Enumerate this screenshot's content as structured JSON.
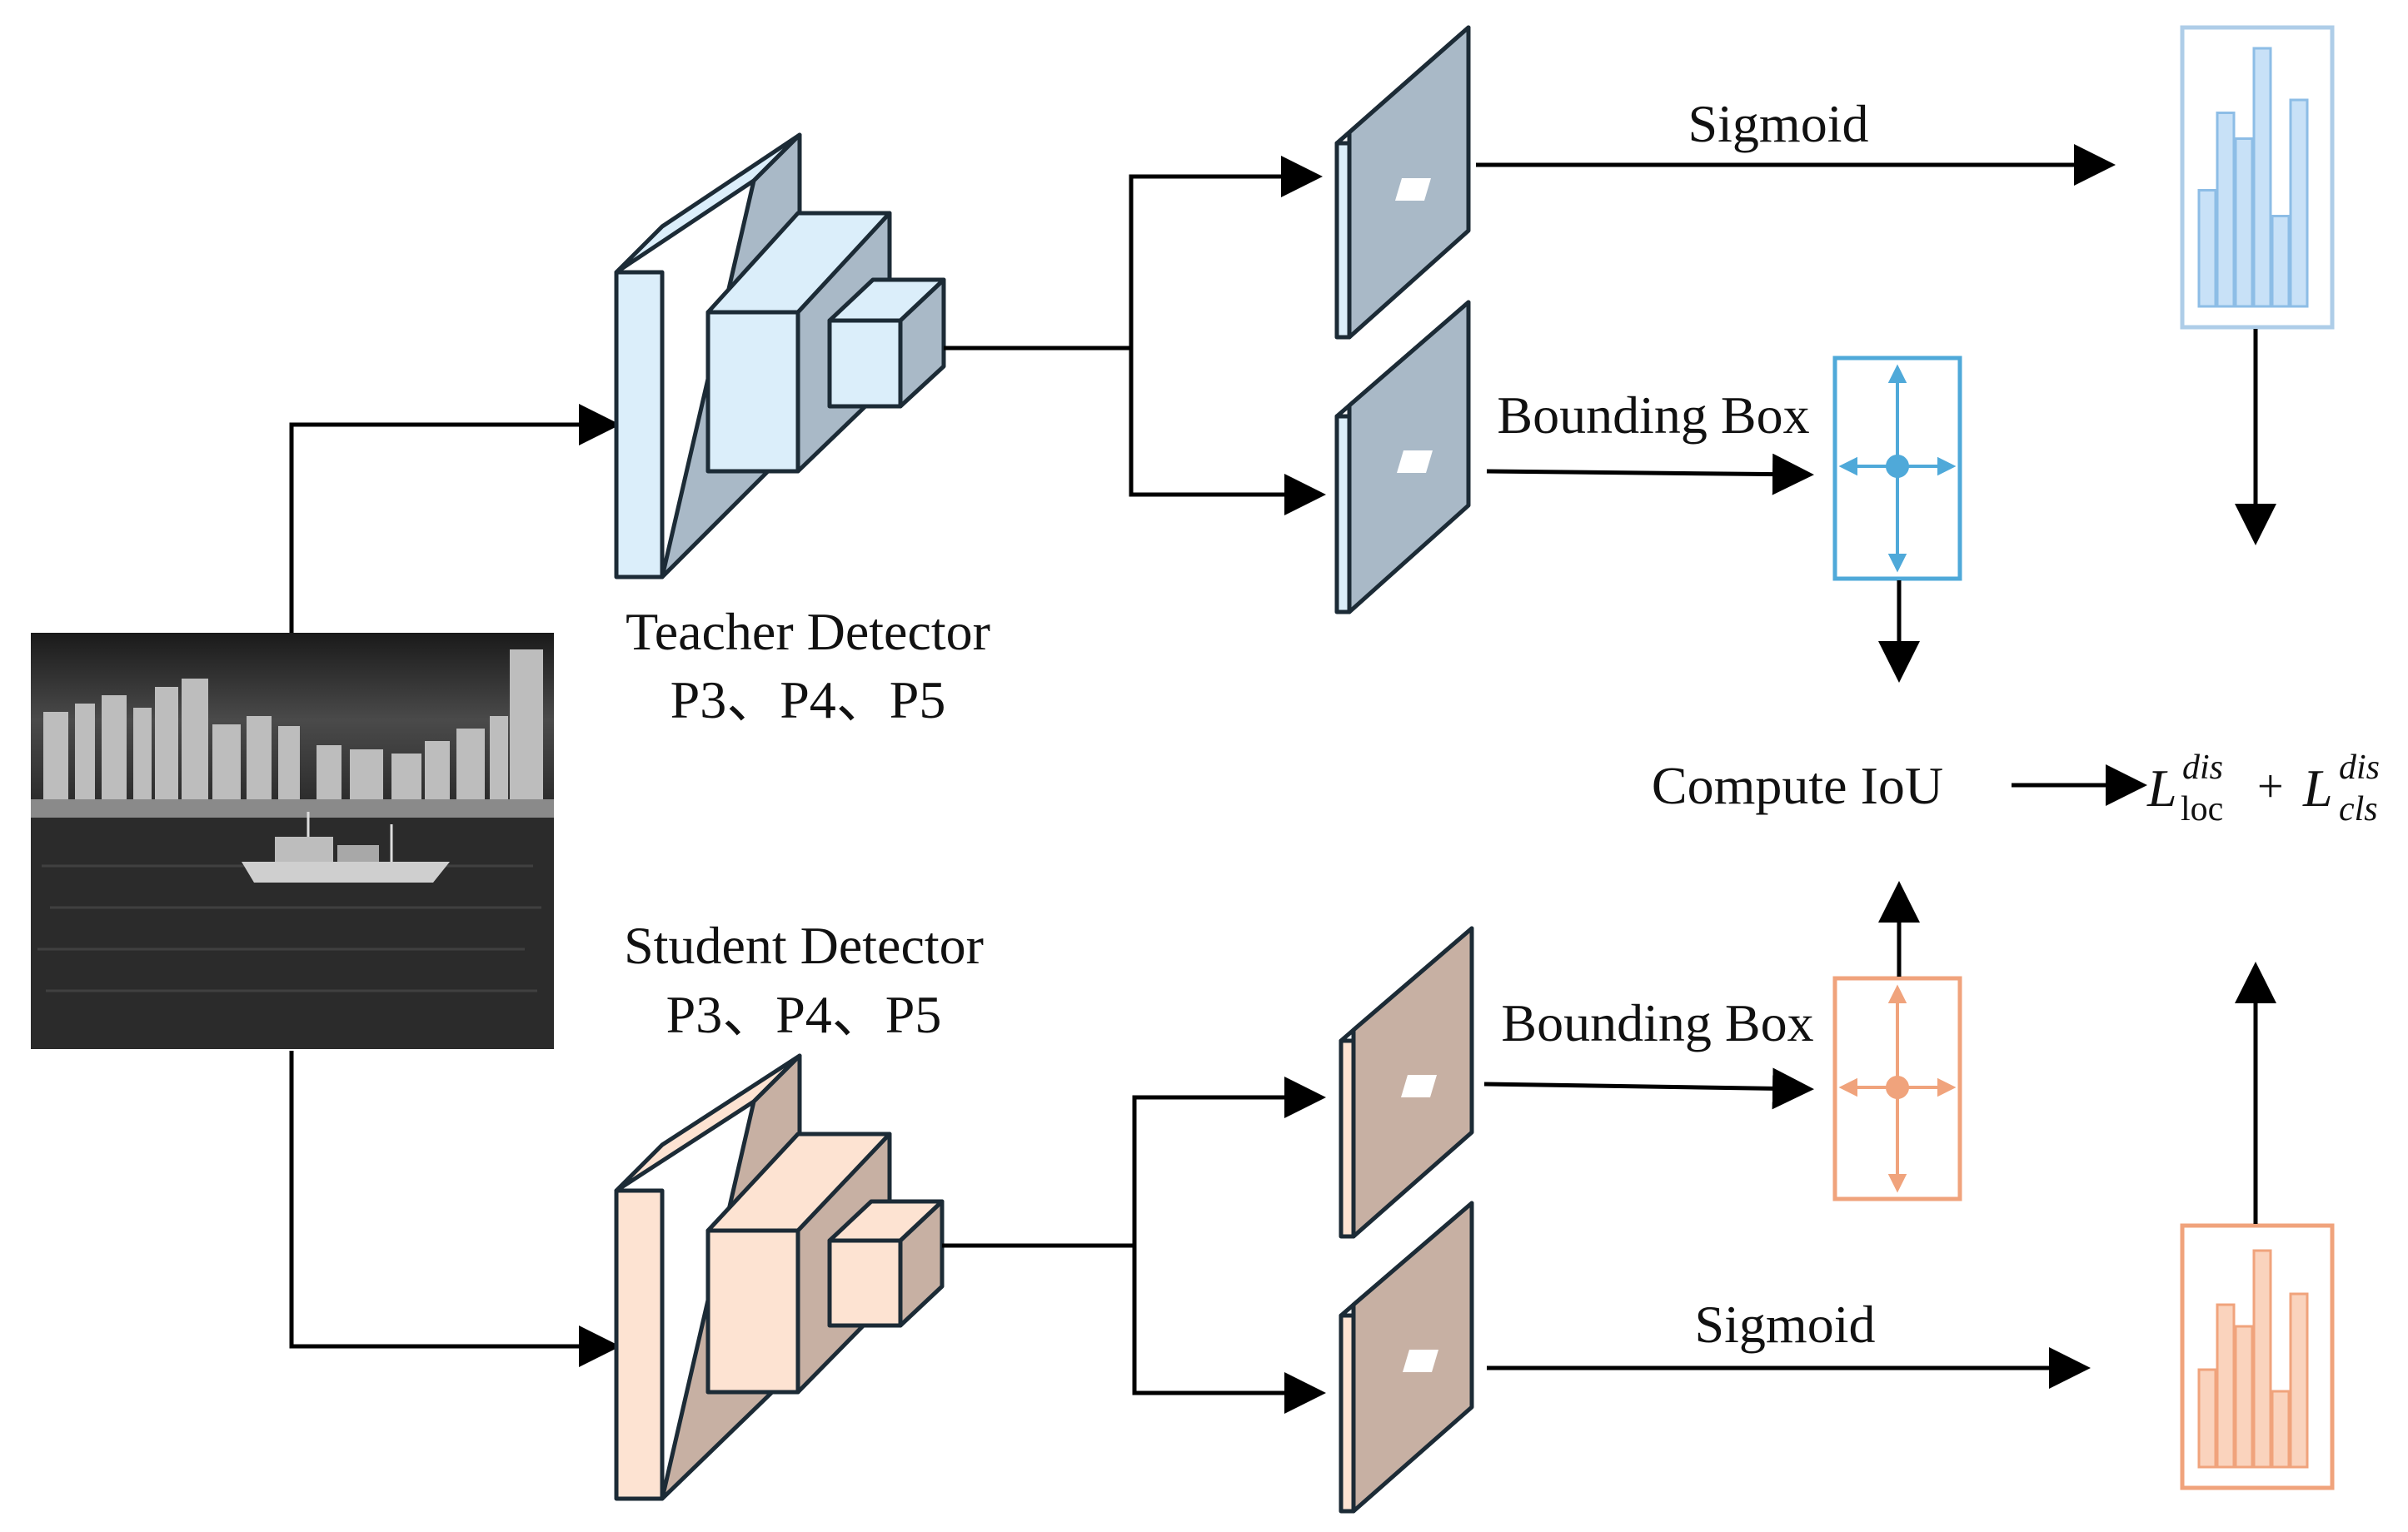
{
  "teacher": {
    "title": "Teacher Detector",
    "levels": "P3、P4、P5",
    "color_light": "#dbeefa",
    "color_dark": "#a9b9c7"
  },
  "student": {
    "title": "Student Detector",
    "levels": "P3、P4、P5",
    "color_light": "#fde3d2",
    "color_dark": "#c7b0a3"
  },
  "labels": {
    "sigmoid_top": "Sigmoid",
    "bbox_top": "Bounding Box",
    "bbox_bottom": "Bounding Box",
    "sigmoid_bottom": "Sigmoid",
    "compute_iou": "Compute IoU"
  },
  "loss": {
    "L": "L",
    "plus": "+",
    "sup": "dis",
    "sub_loc": "loc",
    "sub_cls": "cls"
  },
  "colors": {
    "teacher_accent": "#4fa9d9",
    "student_accent": "#f0a37c",
    "stroke": "#1c2b36",
    "arrow": "#000000"
  },
  "histograms": {
    "teacher_bars": [
      0.45,
      0.75,
      0.65,
      1.0,
      0.35,
      0.8
    ],
    "student_bars": [
      0.45,
      0.75,
      0.65,
      1.0,
      0.35,
      0.8
    ]
  }
}
